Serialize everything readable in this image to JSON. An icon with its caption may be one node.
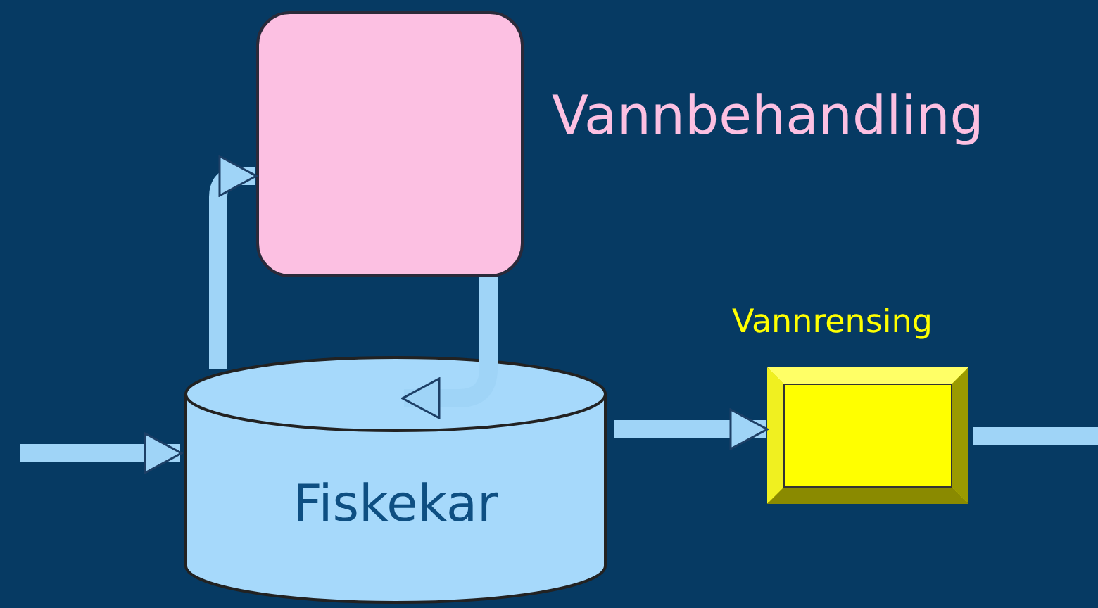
{
  "diagram": {
    "nodes": [
      {
        "text": [
          "Vannbehandling"
        ]
      },
      {
        "text": [
          "Fiskekar"
        ]
      },
      {
        "text": [
          "Vannrensing"
        ]
      }
    ],
    "edges": [
      {
        "from": null,
        "to": 1,
        "arrow": "to"
      },
      {
        "from": 1,
        "to": 0,
        "arrow": "to"
      },
      {
        "from": 0,
        "to": 1,
        "arrow": "to"
      },
      {
        "from": 1,
        "to": 2,
        "arrow": "to"
      },
      {
        "from": 2,
        "to": null,
        "arrow": "none"
      }
    ]
  }
}
